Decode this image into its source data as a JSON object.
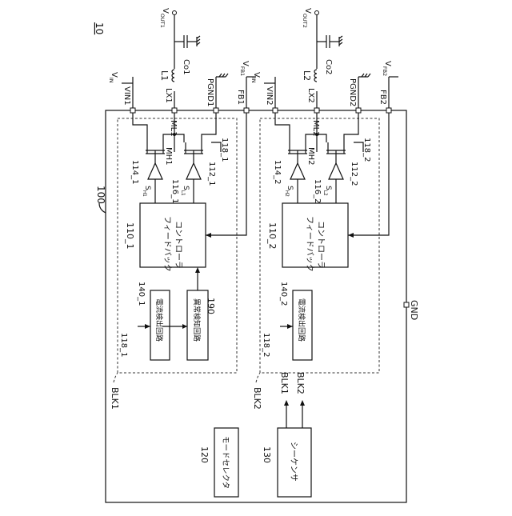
{
  "figure_number": "10",
  "chip_ref": "100",
  "gnd_label": "GND",
  "channels": [
    {
      "vin": "V",
      "vin_sub": "IN",
      "vin_pin": "VIN1",
      "lx_pin": "LX1",
      "inductor": "L1",
      "vout": "V",
      "vout_sub": "OUT1",
      "cap": "Co1",
      "pgnd_pin": "PGND1",
      "fb_pin": "FB1",
      "vfb": "V",
      "vfb_sub": "FB1",
      "hs_fet": "MH1",
      "ls_fet": "ML1",
      "hs_driver": "114_1",
      "ls_driver": "116_1",
      "hs_signal": "S",
      "hs_signal_sub": "H1",
      "ls_signal": "S",
      "ls_signal_sub": "L1",
      "group_ref": "112_1",
      "sense_ref": "118_1",
      "controller_ref": "110_1",
      "controller_name": "フィードバック\nコントローラ",
      "detector_ref": "140_1",
      "detector_name": "電流検出回路",
      "detector_input": "118_1",
      "block_name": "BLK1"
    },
    {
      "vin": "V",
      "vin_sub": "IN",
      "vin_pin": "VIN2",
      "lx_pin": "LX2",
      "inductor": "L2",
      "vout": "V",
      "vout_sub": "OUT2",
      "cap": "Co2",
      "pgnd_pin": "PGND2",
      "fb_pin": "FB2",
      "vfb": "V",
      "vfb_sub": "FB2",
      "hs_fet": "MH2",
      "ls_fet": "ML2",
      "hs_driver": "114_2",
      "ls_driver": "116_2",
      "hs_signal": "S",
      "hs_signal_sub": "H2",
      "ls_signal": "S",
      "ls_signal_sub": "L2",
      "group_ref": "112_2",
      "sense_ref": "118_2",
      "controller_ref": "110_2",
      "controller_name": "フィードバック\nコントローラ",
      "detector_ref": "140_2",
      "detector_name": "電流検出回路",
      "detector_input": "118_2",
      "block_name": "BLK2"
    }
  ],
  "abnormal_detector": {
    "ref": "190",
    "name": "異常検知回路"
  },
  "mode_selector": {
    "ref": "120",
    "name": "モードセレクタ"
  },
  "sequencer": {
    "ref": "130",
    "name": "シーケンサ",
    "outputs": [
      "BLK1",
      "BLK2"
    ]
  }
}
